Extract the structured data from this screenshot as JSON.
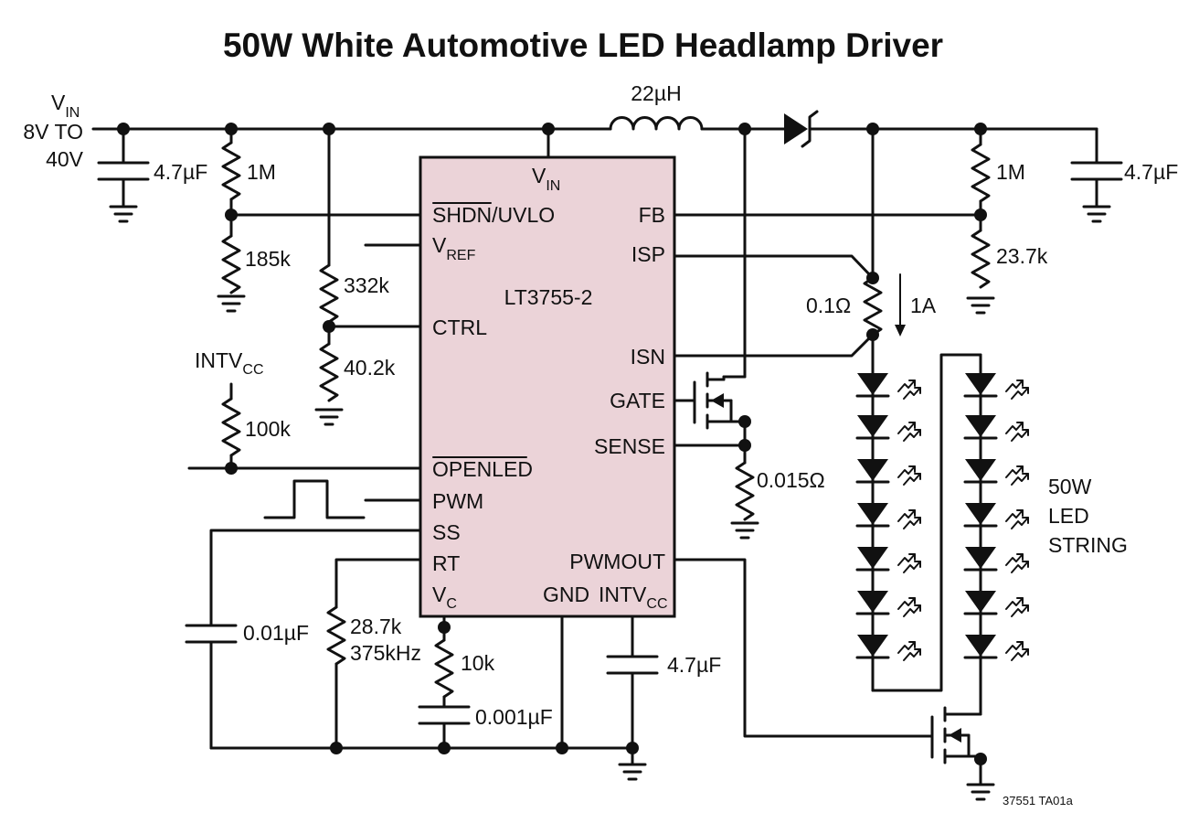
{
  "title": "50W White Automotive LED Headlamp Driver",
  "ic": {
    "part": "LT3755-2",
    "pins": {
      "vin": "V",
      "vin_sub": "IN",
      "shdn": "SHDN",
      "uvlo": "/UVLO",
      "vref": "V",
      "vref_sub": "REF",
      "ctrl": "CTRL",
      "intvcc_label": "INTV",
      "intvcc_sub": "CC",
      "openled": "OPENLED",
      "pwm": "PWM",
      "ss": "SS",
      "rt": "RT",
      "vc": "V",
      "vc_sub": "C",
      "gnd": "GND",
      "fb": "FB",
      "isp": "ISP",
      "isn": "ISN",
      "gate": "GATE",
      "sense": "SENSE",
      "pwmout": "PWMOUT"
    }
  },
  "input": {
    "v": "V",
    "v_sub": "IN",
    "line2": "8V TO",
    "line3": "40V"
  },
  "components": {
    "c_in": "4.7µF",
    "r_top": "1M",
    "r_uvlo": "185k",
    "r_ctrl_top": "332k",
    "r_ctrl_bot": "40.2k",
    "intvcc_ext": "INTV",
    "intvcc_ext_sub": "CC",
    "r_pullup": "100k",
    "c_ss": "0.01µF",
    "r_rt": "28.7k",
    "r_rt_freq": "375kHz",
    "r_vc": "10k",
    "c_vc": "0.001µF",
    "c_intvcc": "4.7µF",
    "inductor": "22µH",
    "r_fb_top": "1M",
    "r_fb_bot": "23.7k",
    "c_out": "4.7µF",
    "r_sense_led": "0.1Ω",
    "i_led": "1A",
    "r_sense": "0.015Ω"
  },
  "led_string": {
    "line1": "50W",
    "line2": "LED",
    "line3": "STRING"
  },
  "figure_id": "37551 TA01a"
}
